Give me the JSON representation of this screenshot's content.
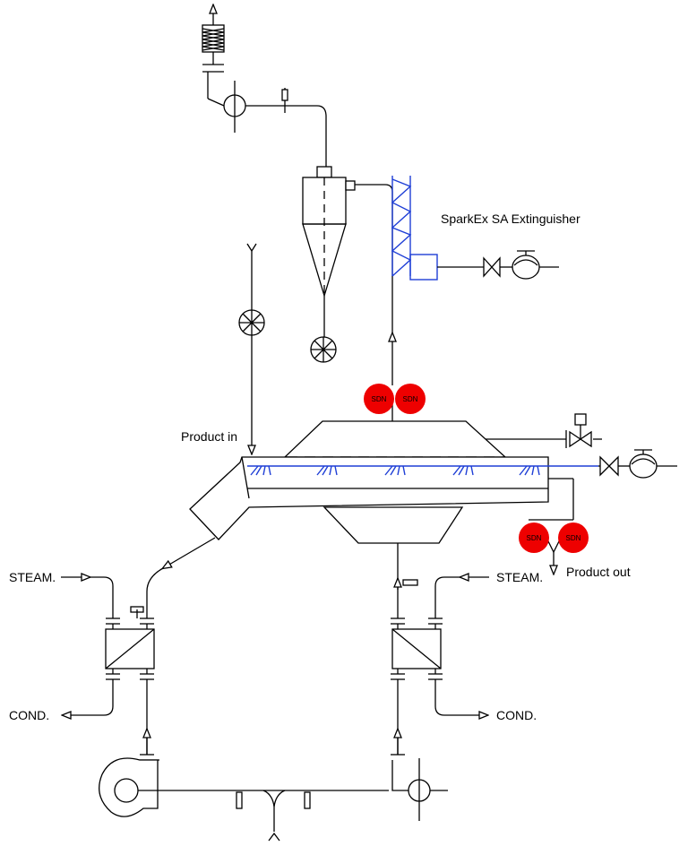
{
  "labels": {
    "extinguisher": "SparkEx SA Extinguisher",
    "product_in": "Product in",
    "product_out": "Product out",
    "steam_left": "STEAM.",
    "steam_right": "STEAM.",
    "cond_left": "COND.",
    "cond_right": "COND."
  },
  "sdn_labels": [
    "SDN",
    "SDN",
    "SDN",
    "SDN"
  ],
  "colors": {
    "line": "#000000",
    "extinguisher_line": "#1f3fd6",
    "detector_fill": "#ee0000"
  },
  "icons": [
    "arrow-up-icon",
    "silencer-icon",
    "fan-icon",
    "rotary-valve-icon",
    "gate-valve-icon",
    "flow-meter-icon",
    "control-valve-icon",
    "heat-exchanger-icon",
    "spark-detector-icon"
  ]
}
